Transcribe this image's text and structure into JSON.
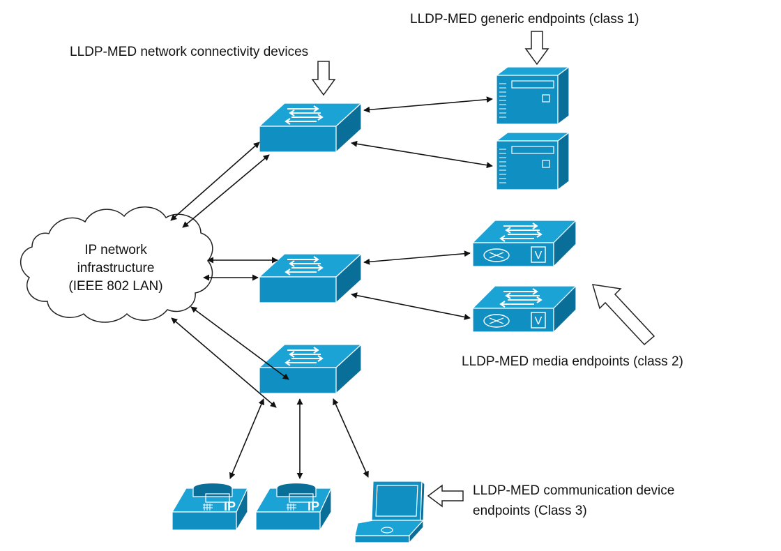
{
  "labels": {
    "network_devices": "LLDP-MED network connectivity devices",
    "generic_endpoints": "LLDP-MED generic endpoints (class 1)",
    "media_endpoints": "LLDP-MED media endpoints (class 2)",
    "comm_endpoints_line1": "LLDP-MED communication device",
    "comm_endpoints_line2": "endpoints (Class 3)",
    "cloud_line1": "IP network",
    "cloud_line2": "infrastructure",
    "cloud_line3": "(IEEE 802 LAN)",
    "phone_badge": "IP",
    "media_badge": "V"
  },
  "colors": {
    "device_top": "#1ba3d6",
    "device_front": "#0f8fc2",
    "device_side": "#0a6f98"
  },
  "icons": {
    "switch": "switch-icon",
    "server": "server-icon",
    "media_gateway": "media-gateway-icon",
    "ip_phone": "ip-phone-icon",
    "laptop": "laptop-icon",
    "cloud": "cloud-icon"
  }
}
